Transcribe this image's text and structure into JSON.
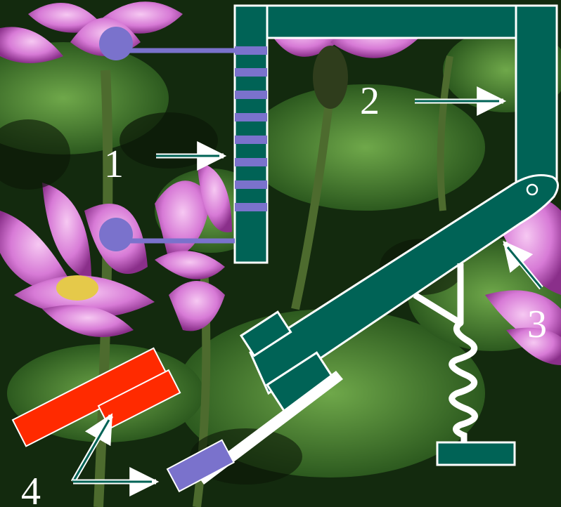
{
  "labels": {
    "n1": "1",
    "n2": "2",
    "n3": "3",
    "n4": "4"
  },
  "colors": {
    "teal": "#006356",
    "purple": "#7a72cc",
    "red": "#ff2a00",
    "white": "#ffffff",
    "background_leaf": "#3f7a2a",
    "flower": "#d77ad6"
  }
}
